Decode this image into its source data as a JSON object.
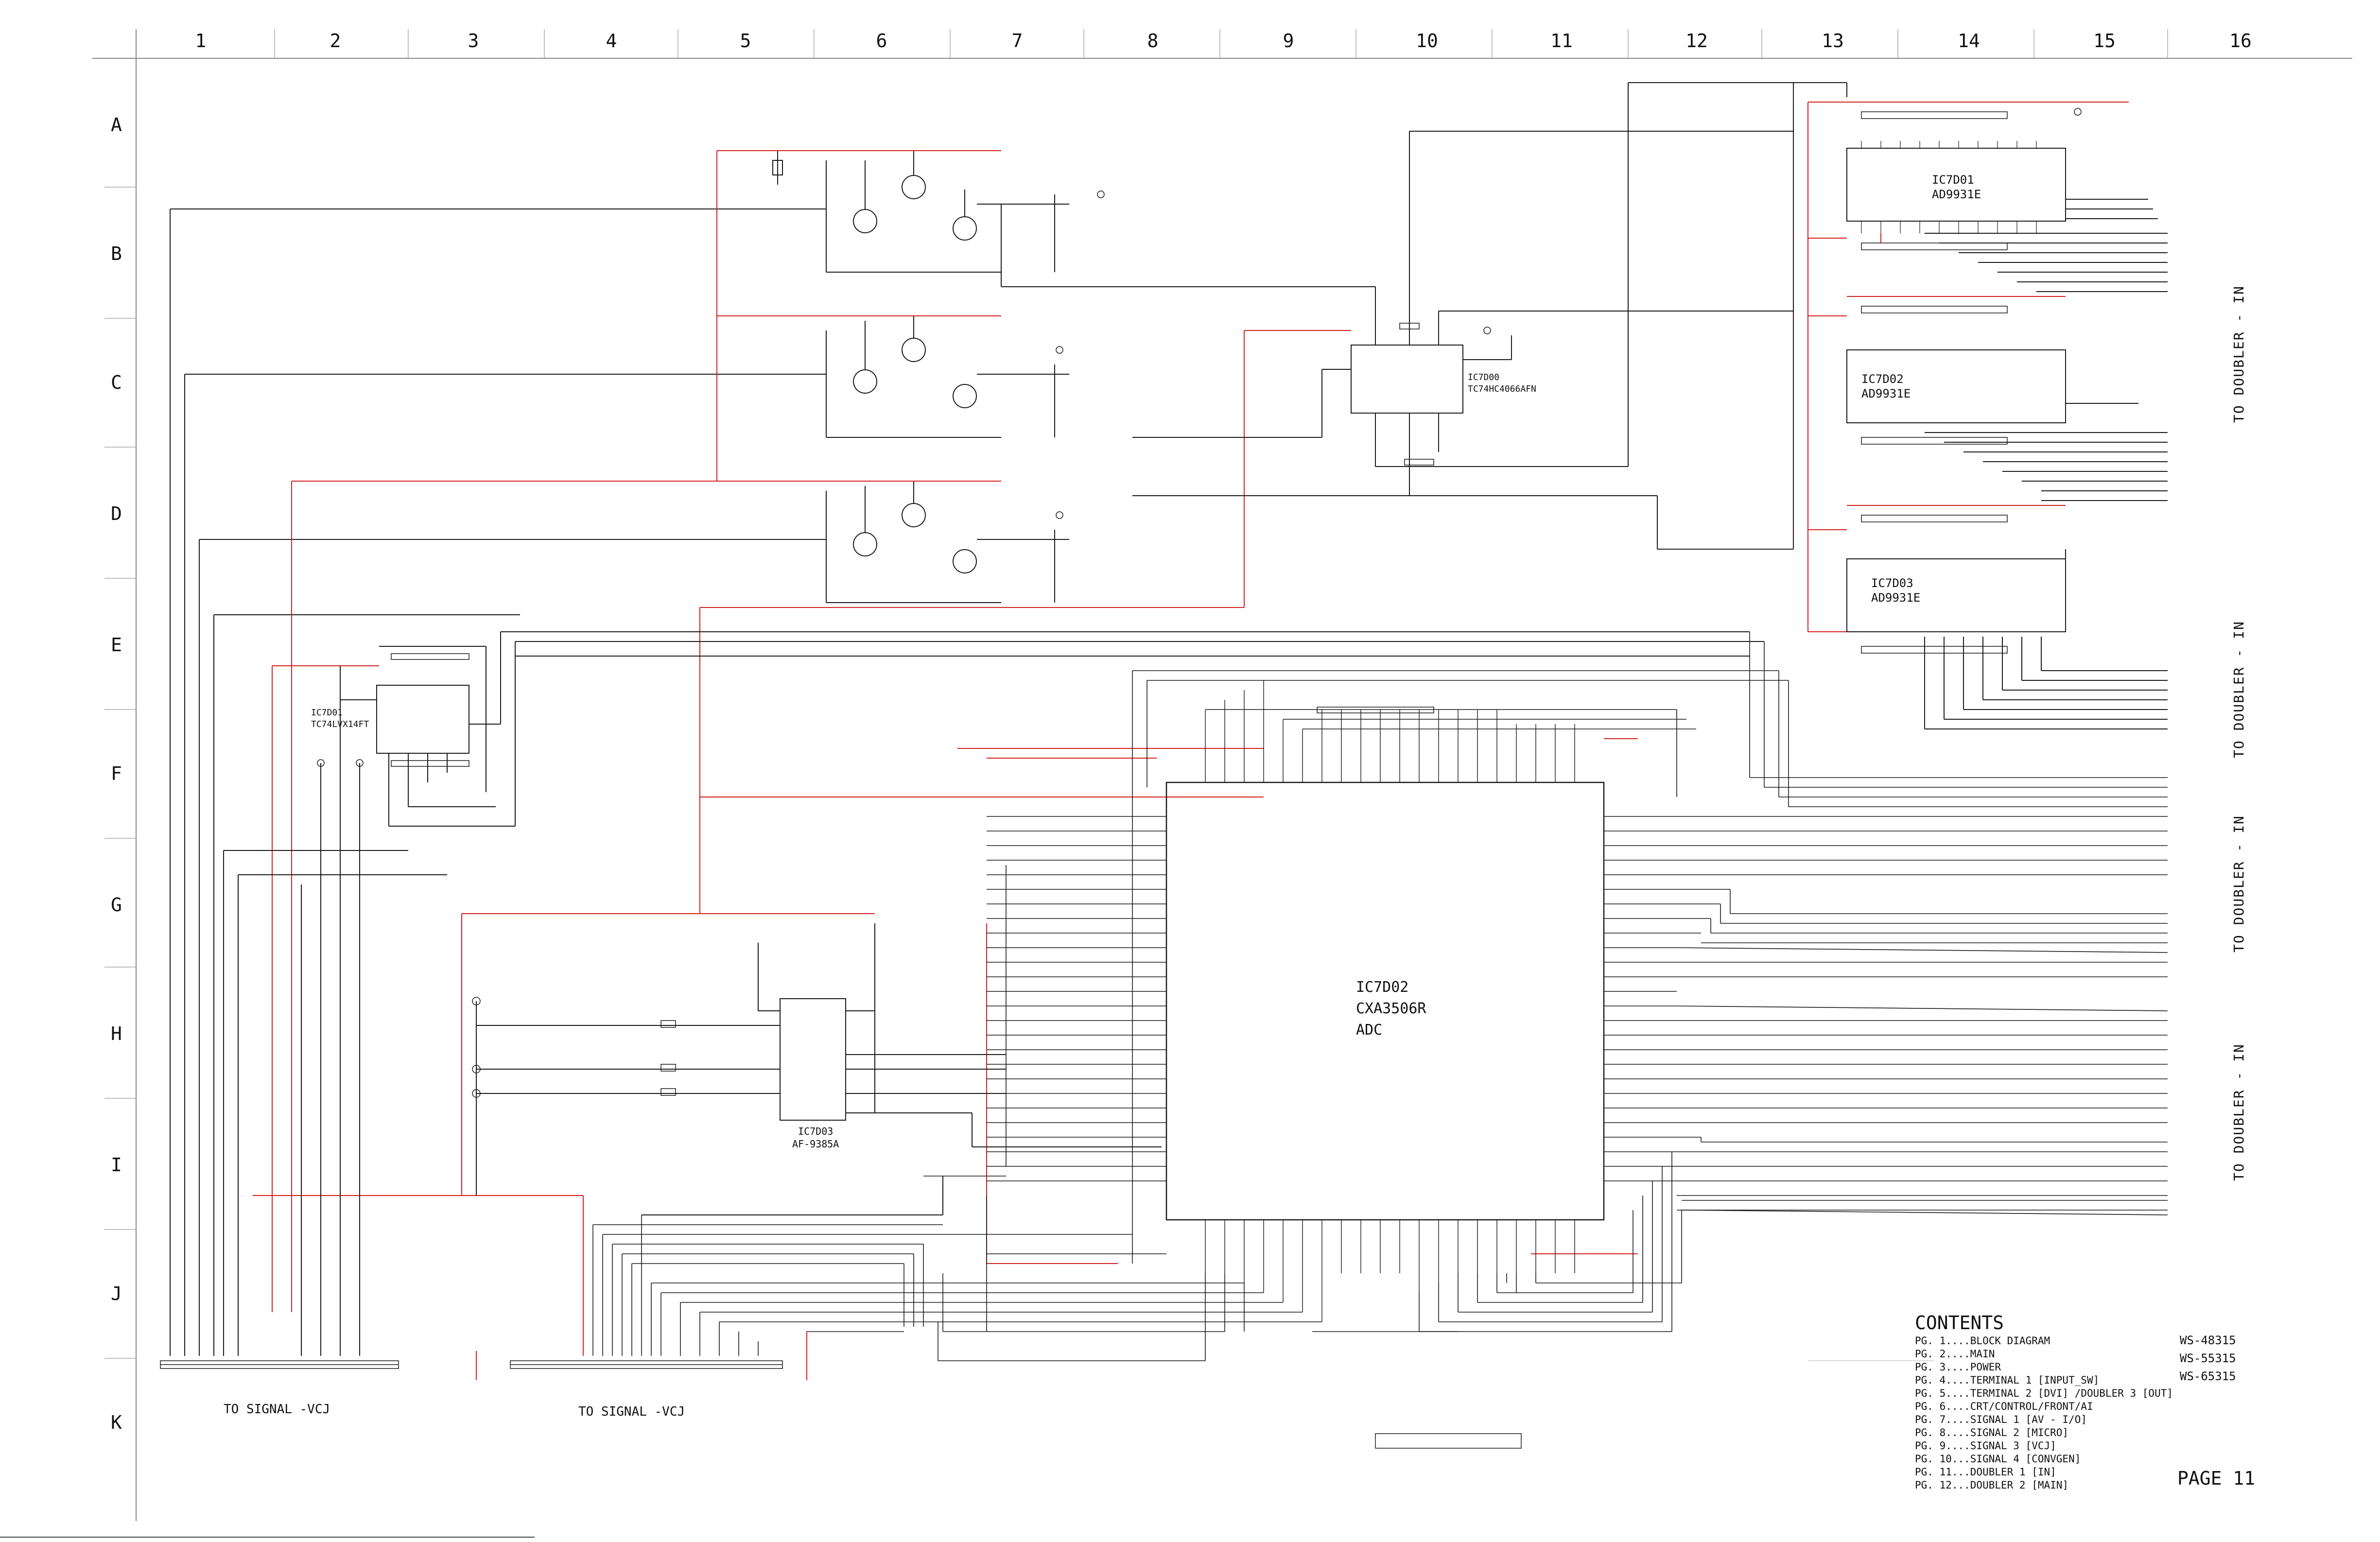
{
  "grid": {
    "columns": [
      "1",
      "2",
      "3",
      "4",
      "5",
      "6",
      "7",
      "8",
      "9",
      "10",
      "11",
      "12",
      "13",
      "14",
      "15",
      "16"
    ],
    "rows": [
      "A",
      "B",
      "C",
      "D",
      "E",
      "F",
      "G",
      "H",
      "I",
      "J",
      "K"
    ]
  },
  "ics": {
    "ic7d01": {
      "ref": "IC7D01",
      "part": "AD9931E"
    },
    "ic7d02_top": {
      "ref": "IC7D02",
      "part": "AD9931E"
    },
    "ic7d03_top": {
      "ref": "IC7D03",
      "part": "AD9931E"
    },
    "ic7d00": {
      "ref": "IC7D00",
      "part": "TC74HC4066AFN"
    },
    "ic7d01_left": {
      "ref": "IC7D01",
      "part": "TC74LVX14FT"
    },
    "ic7d03_mid": {
      "ref": "IC7D03",
      "part": "AF-9385A"
    },
    "adc": {
      "ref": "IC7D02",
      "part": "CXA3506R",
      "function": "ADC"
    }
  },
  "connectors": {
    "left_label": "TO SIGNAL -VCJ",
    "mid_label": "TO SIGNAL -VCJ",
    "right_labels": [
      "TO DOUBLER - IN",
      "TO DOUBLER - IN",
      "TO DOUBLER - IN",
      "TO DOUBLER - IN"
    ]
  },
  "contents": {
    "title": "CONTENTS",
    "entries": [
      "PG. 1....BLOCK DIAGRAM",
      "PG. 2....MAIN",
      "PG. 3....POWER",
      "PG. 4....TERMINAL 1 [INPUT_SW]",
      "PG. 5....TERMINAL 2 [DVI] /DOUBLER 3 [OUT]",
      "PG. 6....CRT/CONTROL/FRONT/AI",
      "PG. 7....SIGNAL 1 [AV - I/O]",
      "PG. 8....SIGNAL 2 [MICRO]",
      "PG. 9....SIGNAL 3 [VCJ]",
      "PG. 10...SIGNAL 4 [CONVGEN]",
      "PG. 11...DOUBLER 1 [IN]",
      "PG. 12...DOUBLER 2 [MAIN]"
    ],
    "models": [
      "WS-48315",
      "WS-55315",
      "WS-65315"
    ]
  },
  "page_label": "PAGE 11",
  "colors": {
    "wire": "#1a1a1a",
    "highlight_wire": "#d42020",
    "background": "#ffffff"
  }
}
